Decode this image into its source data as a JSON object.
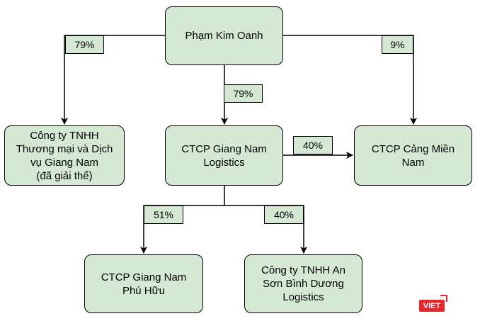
{
  "nodes": {
    "owner": "Phạm Kim Oanh",
    "gn_trading": "Công ty TNHH\nThương mại và Dịch\nvụ Giang Nam\n(đã giải thể)",
    "gn_logistics": "CTCP Giang Nam\nLogistics",
    "cang_mien_nam": "CTCP Cảng Miền\nNam",
    "gn_phu_huu": "CTCP Giang Nam\nPhú Hữu",
    "an_son": "Công ty TNHH An\nSơn Bình Dương\nLogistics"
  },
  "percentages": {
    "owner_to_trading": "79%",
    "owner_to_logistics": "79%",
    "owner_to_cang": "9%",
    "logistics_to_cang": "40%",
    "logistics_to_phu_huu": "51%",
    "logistics_to_an_son": "40%"
  },
  "logo": {
    "text": "VIET",
    "color": "#e8252b"
  },
  "colors": {
    "box_fill": "#d5e8d4",
    "line": "#000000"
  }
}
